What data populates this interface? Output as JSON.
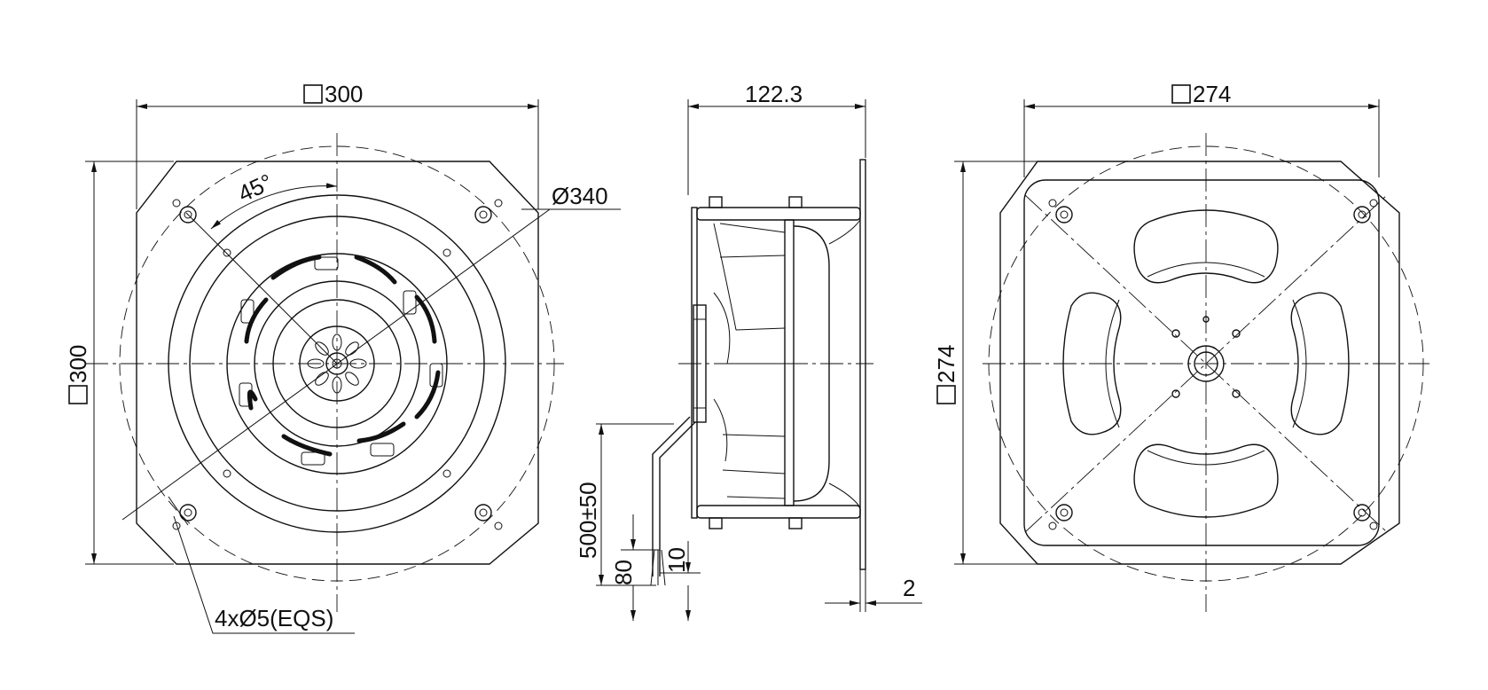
{
  "dimensions": {
    "front_width": "300",
    "front_height": "300",
    "angle": "45°",
    "diameter": "Ø340",
    "mount_holes": "4xØ5(EQS)",
    "depth": "122.3",
    "cable_length": "500±50",
    "dim_80": "80",
    "dim_10": "10",
    "flange_thickness": "2",
    "rear_width": "274",
    "rear_height": "274"
  },
  "colors": {
    "line": "#111111",
    "background": "#ffffff"
  }
}
